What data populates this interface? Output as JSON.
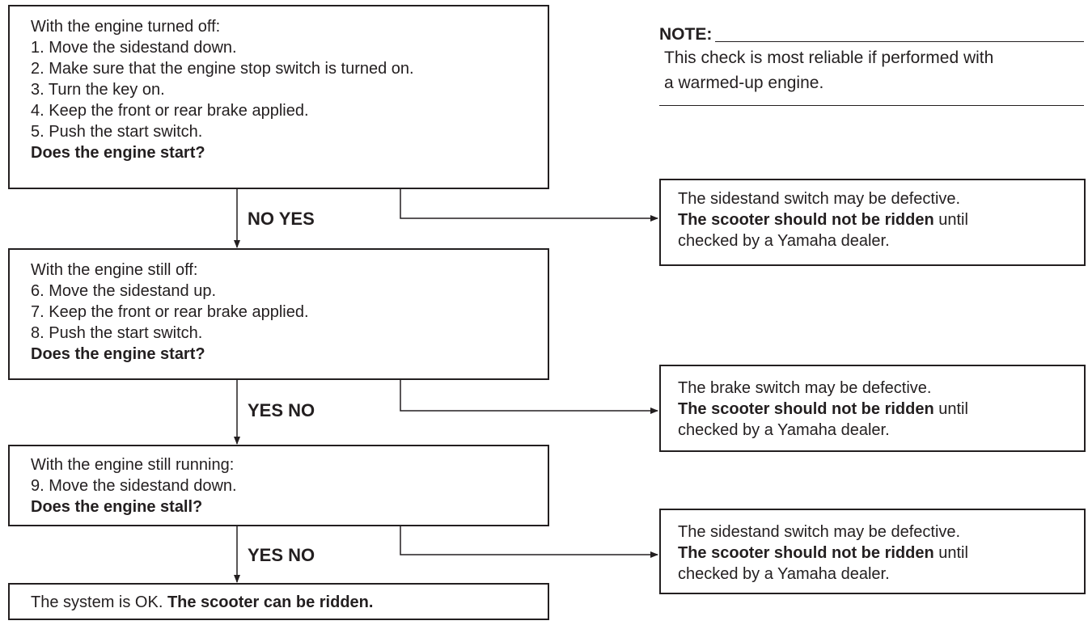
{
  "step1": {
    "lines": [
      "With the engine turned off:",
      "1. Move the sidestand down.",
      "2. Make sure that the engine stop switch is turned on.",
      "3. Turn the key on.",
      "4. Keep the front or rear brake applied.",
      "5. Push the start switch."
    ],
    "question": "Does the engine start?"
  },
  "branch1": {
    "down_label": "NO",
    "right_label": "YES"
  },
  "step2": {
    "lines": [
      "With the engine still off:",
      "6. Move the sidestand up.",
      "7. Keep the front or rear brake applied.",
      "8. Push the start switch."
    ],
    "question": "Does the engine start?"
  },
  "branch2": {
    "down_label": "YES",
    "right_label": "NO"
  },
  "step3": {
    "lines": [
      "With the engine still running:",
      "9. Move the sidestand down."
    ],
    "question": "Does the engine stall?"
  },
  "branch3": {
    "down_label": "YES",
    "right_label": "NO"
  },
  "result_ok": {
    "text": "The system is OK. ",
    "bold": "The scooter can be ridden."
  },
  "outcome1": {
    "line1": "The sidestand switch may be defective.",
    "bold": "The scooter should not be ridden",
    "rest": " until",
    "line3": "checked by a Yamaha dealer."
  },
  "outcome2": {
    "line1": "The brake switch may be defective.",
    "bold": "The scooter should not be ridden",
    "rest": " until",
    "line3": "checked by a Yamaha dealer."
  },
  "outcome3": {
    "line1": "The sidestand switch may be defective.",
    "bold": "The scooter should not be ridden",
    "rest": " until",
    "line3": "checked by a Yamaha dealer."
  },
  "note": {
    "heading": "NOTE:",
    "line1": "This check is most reliable if performed with",
    "line2": "a warmed-up engine."
  },
  "colors": {
    "ink": "#231f20",
    "background": "#ffffff"
  }
}
